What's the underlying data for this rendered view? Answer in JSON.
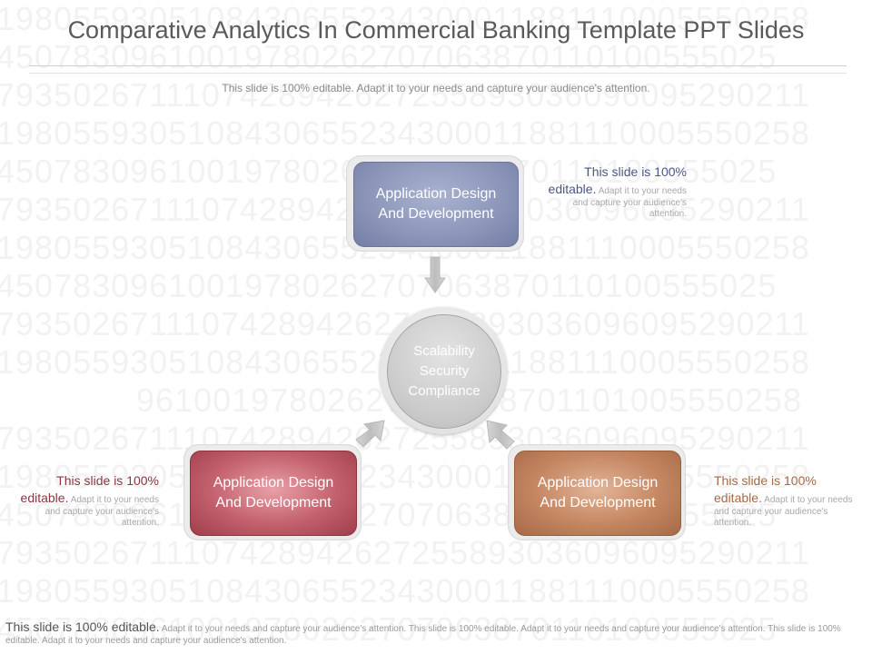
{
  "background_digits": [
    "1980559305108430655234300011881110005550258",
    "45078309610019780262707063870110100555025",
    "7935026711107428942627255893036096095290211",
    "1980559305108430655234300011881110005550258",
    "45078309610019780262707063870110100555025",
    "7935026711107428942627255893036096095290211",
    "1980559305108430655234300011881110005550258",
    "45078309610019780262707063870110100555025",
    "7935026711107428942627255893036096095290211",
    "1980559305108430655234300011881110005550258",
    "96100197802627070638701101005550258",
    "7935026711107428942627255893036096095290211",
    "1980559305108430655234300011881110005550258",
    "45078309610019780262707063870110100555025",
    "7935026711107428942627255893036096095290211",
    "1980559305108430655234300011881110005550258",
    "45078309610019780262707063870110100555025"
  ],
  "title": "Comparative Analytics In Commercial Banking Template PPT Slides",
  "subtitle": "This slide is 100% editable. Adapt it to your needs and capture your audience's attention.",
  "center": {
    "line1": "Scalability",
    "line2": "Security",
    "line3": "Compliance"
  },
  "boxes": {
    "top": "Application Design And Development",
    "bottom_left": "Application Design And Development",
    "bottom_right": "Application Design And Development"
  },
  "notes": {
    "top_right": {
      "lead": "This slide is 100% editable.",
      "body": "Adapt it to your needs and capture your audience's attention."
    },
    "bottom_left": {
      "lead": "This slide is 100% editable.",
      "body": "Adapt it to your needs and capture your audience's attention."
    },
    "bottom_right": {
      "lead": "This slide is 100% editable.",
      "body": "Adapt it to your needs and capture your audience's attention."
    }
  },
  "footer": {
    "lead": "This slide is 100% editable.",
    "body": "Adapt it to your needs and capture your audience's attention. This slide is 100% editable. Adapt it to your needs and capture your audience's attention. This slide is 100% editable. Adapt it to your needs and capture your audience's attention."
  },
  "colors": {
    "blue_box": "#8b95b8",
    "red_box": "#c2606c",
    "orange_box": "#c48661",
    "center_circle": "#c9c9c9"
  }
}
